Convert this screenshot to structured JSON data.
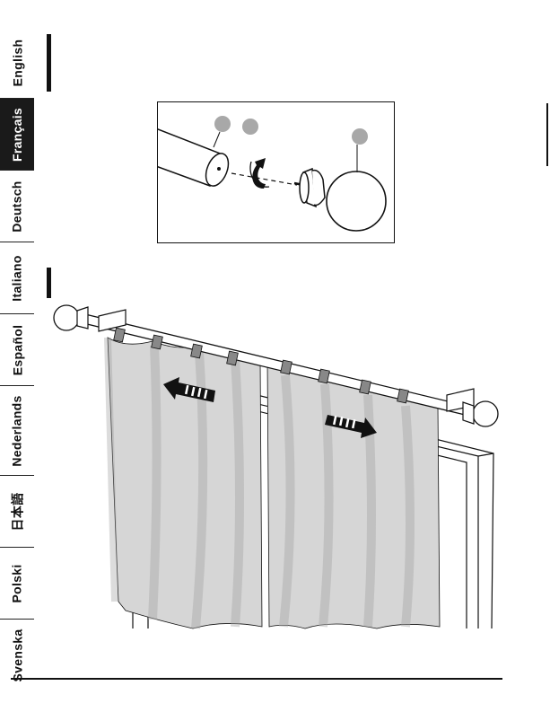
{
  "languages": [
    {
      "label": "English",
      "active": false
    },
    {
      "label": "Français",
      "active": true
    },
    {
      "label": "Deutsch",
      "active": false
    },
    {
      "label": "Italiano",
      "active": false
    },
    {
      "label": "Español",
      "active": false
    },
    {
      "label": "Nederlands",
      "active": false
    },
    {
      "label": "日本語",
      "active": false
    },
    {
      "label": "Polski",
      "active": false
    },
    {
      "label": "Svenska",
      "active": false
    }
  ],
  "colors": {
    "ink": "#111111",
    "curtain": "#cfcfcf",
    "curtain_dark": "#b8b8b8",
    "active_tab": "#1a1a1a"
  },
  "icons": [
    "rod-end-illustration",
    "rotate-arrow-icon",
    "finial-knob-illustration",
    "slide-left-arrow-icon",
    "slide-right-arrow-icon"
  ]
}
